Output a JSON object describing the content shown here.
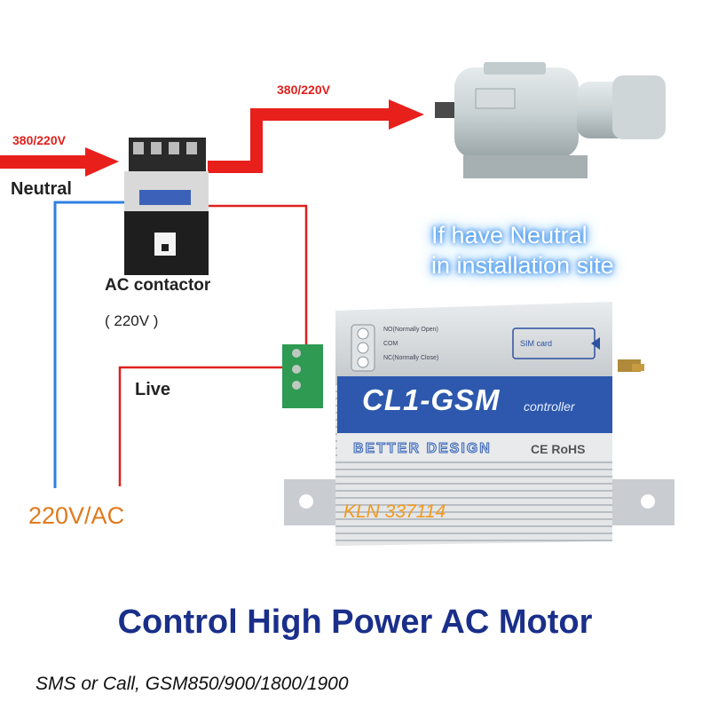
{
  "diagram": {
    "input_label": "380/220V",
    "output_label": "380/220V",
    "neutral_label": "Neutral",
    "contactor_label": "AC contactor",
    "contactor_voltage": "( 220V        )",
    "live_label": "Live",
    "supply_label": "220V/AC",
    "note_line1": "If have Neutral",
    "note_line2": "in installation site"
  },
  "device": {
    "title": "CL1-GSM",
    "subtitle": "controller",
    "maker": "BETTER DESIGN",
    "marks": "CE RoHS",
    "ref": "KLN 337114",
    "terminals": {
      "no": "NO(Normally Open)",
      "com": "COM",
      "nc": "NC(Normally Close)"
    },
    "sim_label": "SIM card"
  },
  "footer": {
    "headline": "Control High Power AC Motor",
    "subline": "SMS or Call, GSM850/900/1800/1900"
  },
  "colors": {
    "arrow": "#e8201c",
    "neutral_wire": "#2f7fe0",
    "live_wire": "#e0201c",
    "device_band": "#2d58ad",
    "headline": "#1a2f8a"
  }
}
